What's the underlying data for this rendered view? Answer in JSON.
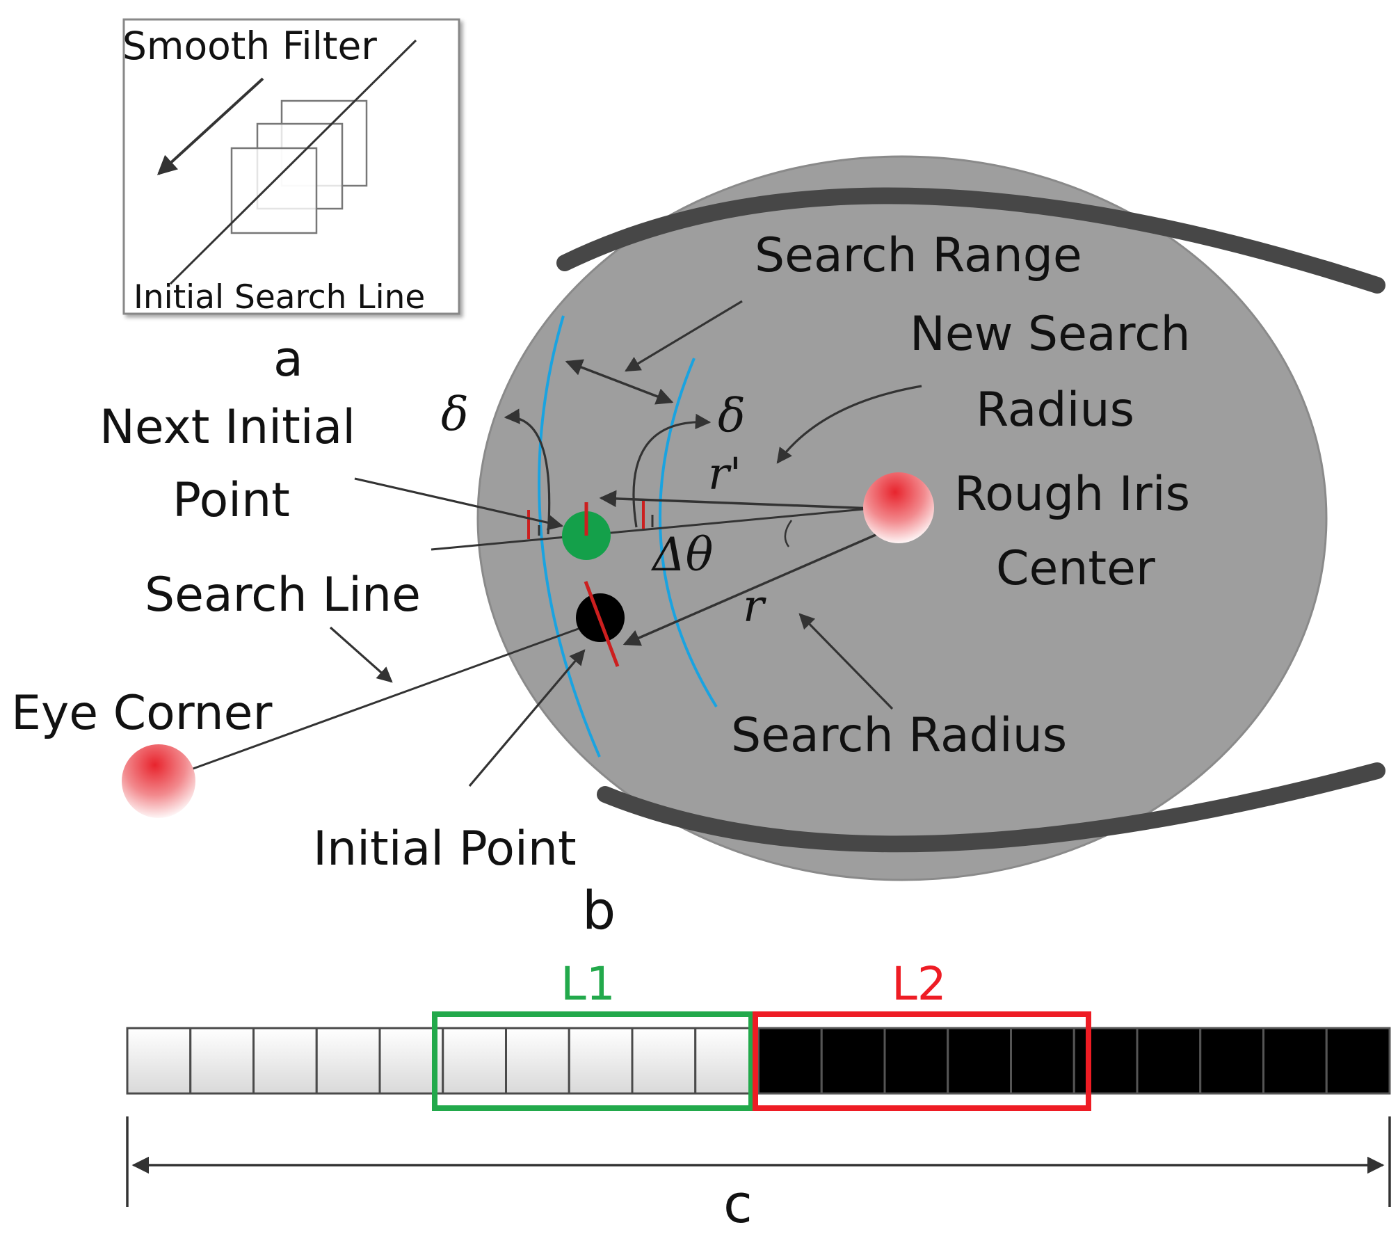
{
  "panels": {
    "a": {
      "caption": "a",
      "filter_label": "Smooth Filter",
      "line_label": "Initial Search Line"
    },
    "b": {
      "caption": "b",
      "labels": {
        "search_range": "Search Range",
        "new_search_radius_line1": "New Search",
        "new_search_radius_line2": "Radius",
        "next_initial_point_line1": "Next Initial",
        "next_initial_point_line2": "Point",
        "rough_iris_center_line1": "Rough Iris",
        "rough_iris_center_line2": "Center",
        "search_line": "Search Line",
        "eye_corner": "Eye Corner",
        "search_radius": "Search Radius",
        "initial_point": "Initial Point"
      },
      "symbols": {
        "delta_left": "δ",
        "delta_right": "δ",
        "r_prime": "r'",
        "r": "r",
        "delta_theta": "Δθ"
      },
      "colors": {
        "iris": "#9e9e9e",
        "eyelid": "#474747",
        "range_arc": "#1aa3e0",
        "next_initial_point": "#14a04a",
        "initial_point": "#000000",
        "marker": "#cc1f1f"
      }
    },
    "c": {
      "caption": "c",
      "window_l1_label": "L1",
      "window_l2_label": "L2",
      "cells": [
        "white",
        "white",
        "white",
        "white",
        "white",
        "white",
        "white",
        "white",
        "white",
        "white",
        "black",
        "black",
        "black",
        "black",
        "black",
        "black",
        "black",
        "black",
        "black",
        "black"
      ],
      "window_l1_cells": [
        5,
        9
      ],
      "window_l2_cells": [
        10,
        14
      ],
      "colors": {
        "l1": "#22a94b",
        "l2": "#ee1c24"
      }
    }
  }
}
